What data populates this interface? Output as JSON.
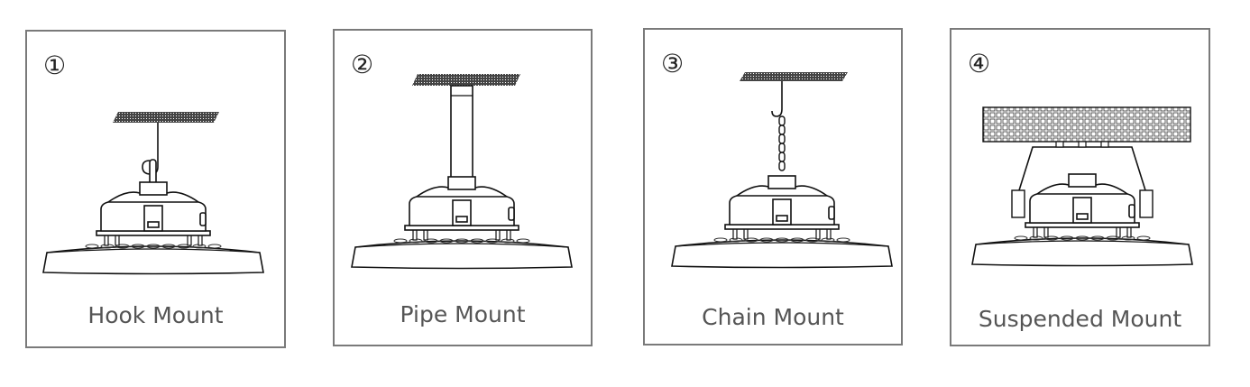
{
  "panels": [
    {
      "number": "①",
      "label": "Hook Mount",
      "type": "hook"
    },
    {
      "number": "②",
      "label": "Pipe Mount",
      "type": "pipe"
    },
    {
      "number": "③",
      "label": "Chain Mount",
      "type": "chain"
    },
    {
      "number": "④",
      "label": "Suspended Mount",
      "type": "suspended"
    }
  ]
}
